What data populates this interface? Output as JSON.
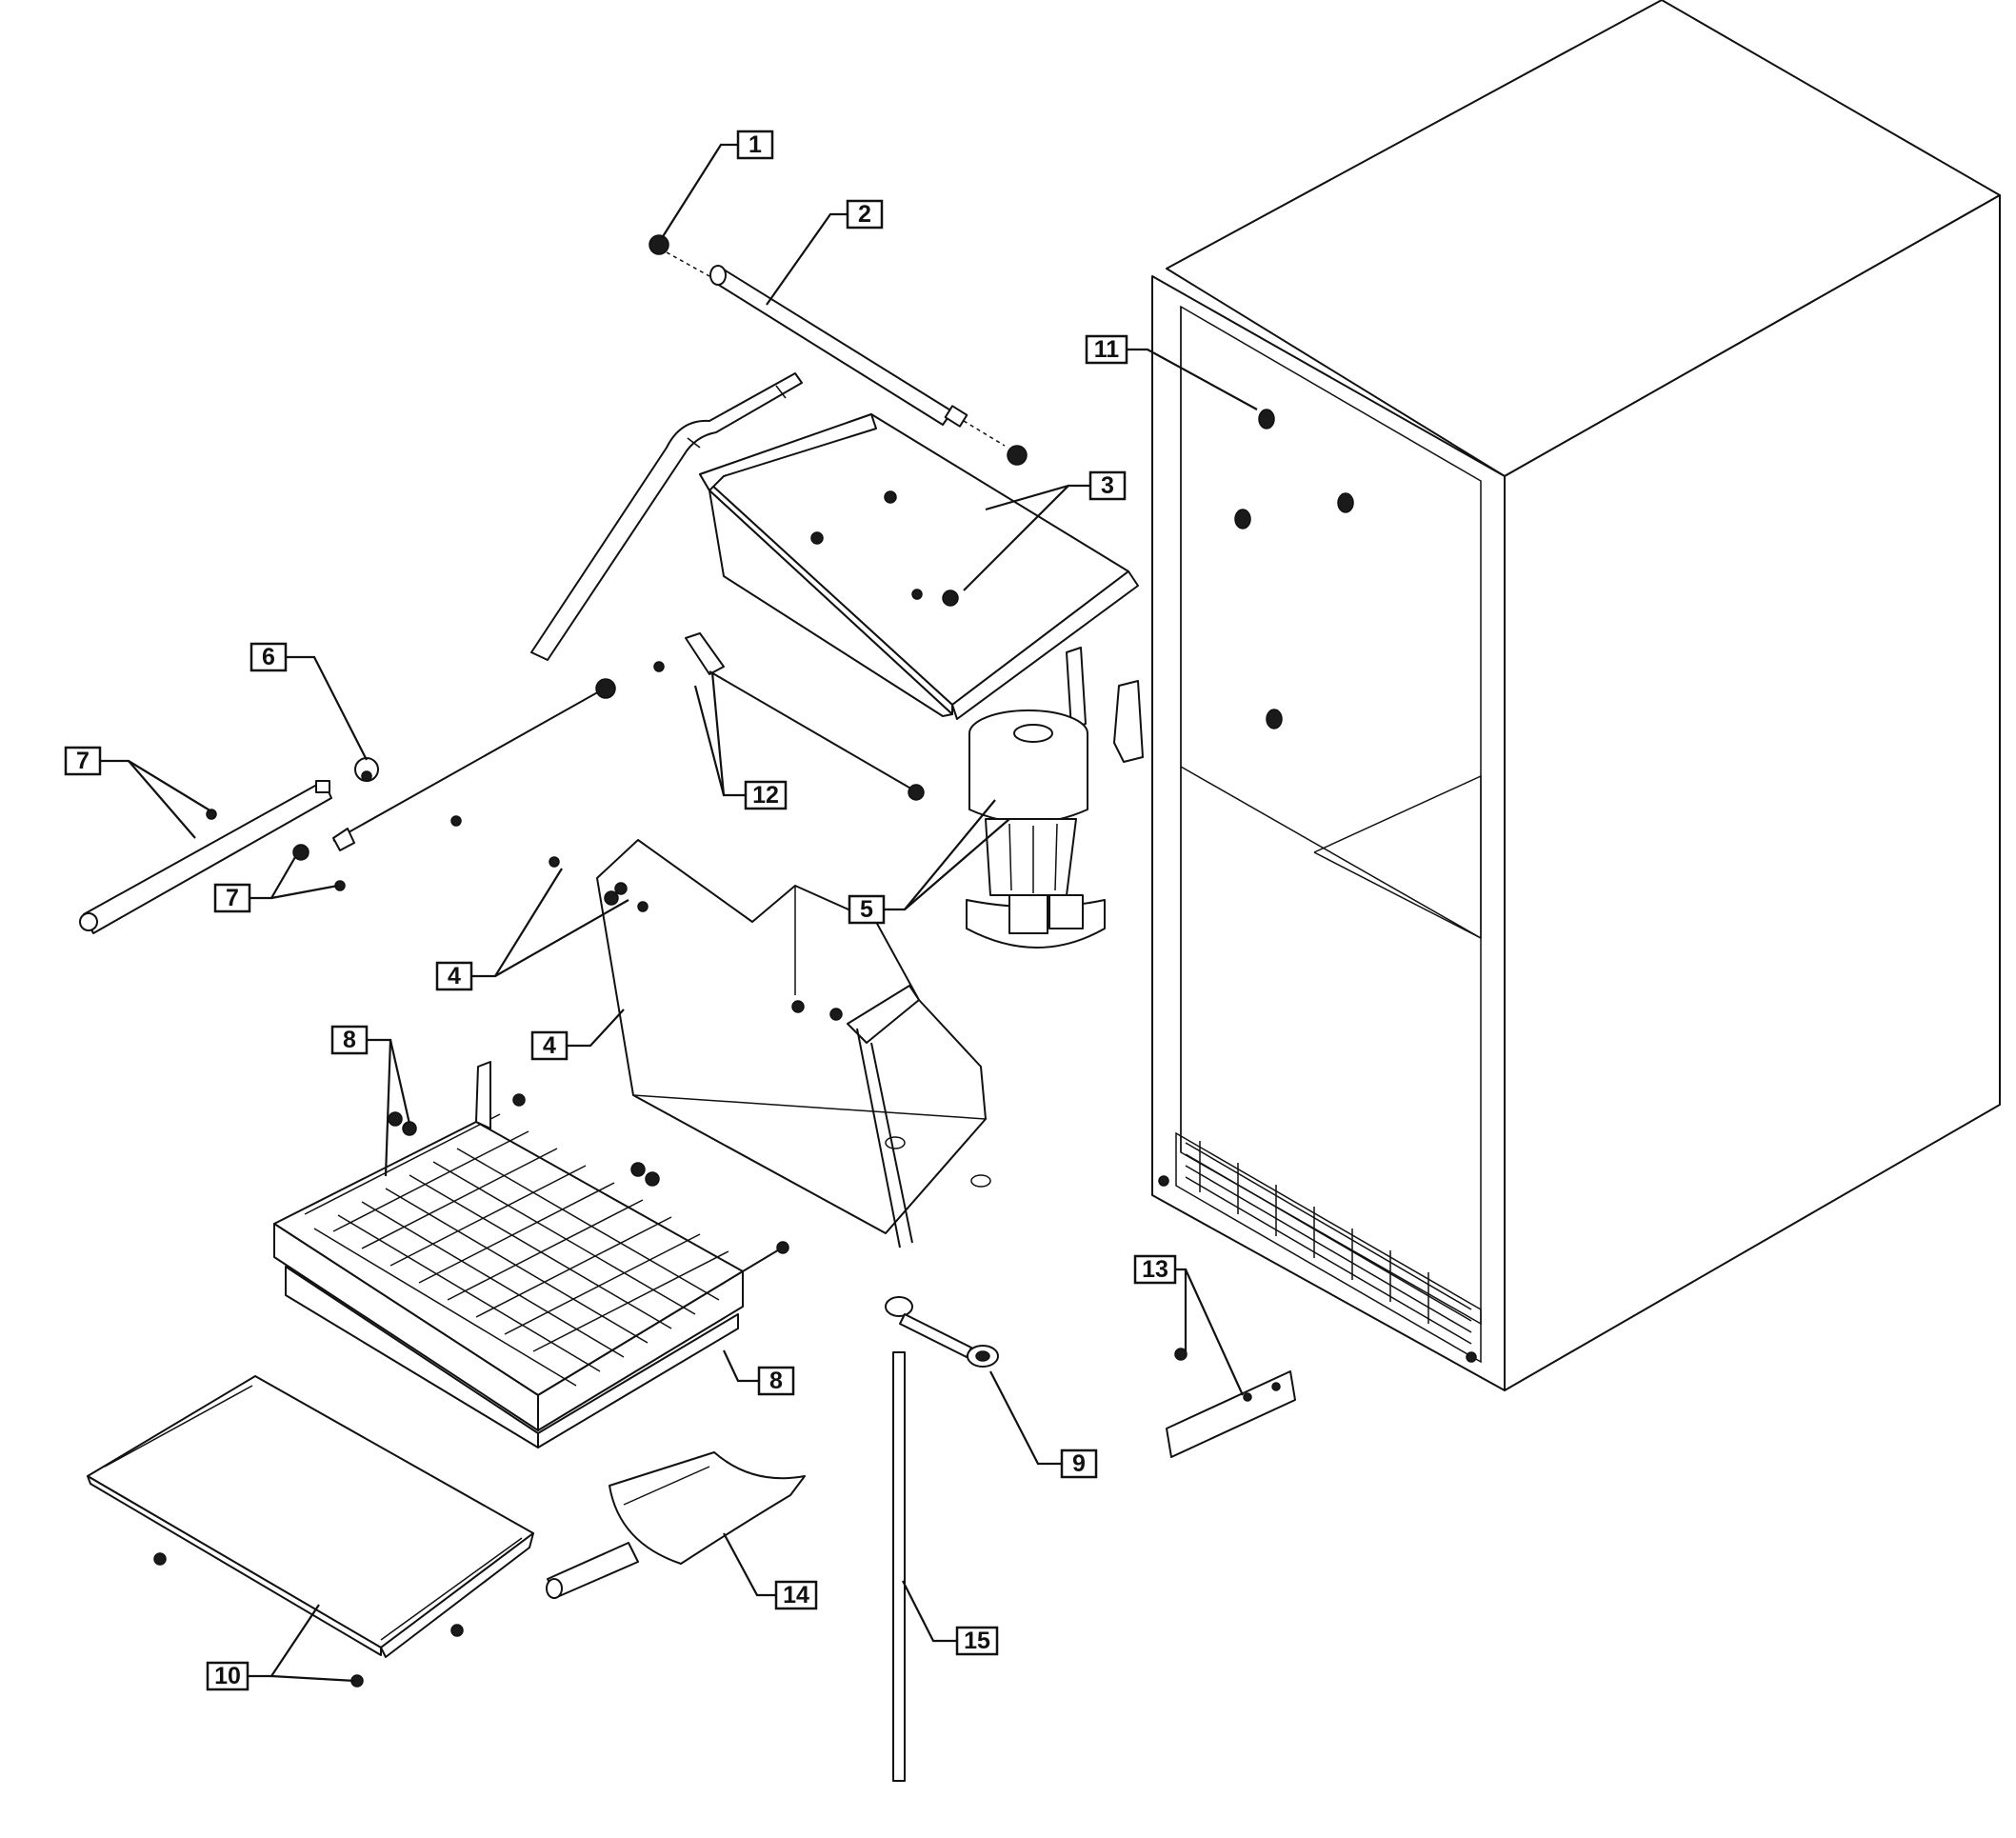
{
  "callouts": [
    {
      "id": "c1",
      "label": "1"
    },
    {
      "id": "c2",
      "label": "2"
    },
    {
      "id": "c3",
      "label": "3"
    },
    {
      "id": "c4a",
      "label": "4"
    },
    {
      "id": "c4b",
      "label": "4"
    },
    {
      "id": "c5",
      "label": "5"
    },
    {
      "id": "c6",
      "label": "6"
    },
    {
      "id": "c7a",
      "label": "7"
    },
    {
      "id": "c7b",
      "label": "7"
    },
    {
      "id": "c8a",
      "label": "8"
    },
    {
      "id": "c8b",
      "label": "8"
    },
    {
      "id": "c9",
      "label": "9"
    },
    {
      "id": "c10",
      "label": "10"
    },
    {
      "id": "c11",
      "label": "11"
    },
    {
      "id": "c12",
      "label": "12"
    },
    {
      "id": "c13",
      "label": "13"
    },
    {
      "id": "c14",
      "label": "14"
    },
    {
      "id": "c15",
      "label": "15"
    }
  ],
  "colors": {
    "line": "#111111",
    "background": "#ffffff"
  }
}
